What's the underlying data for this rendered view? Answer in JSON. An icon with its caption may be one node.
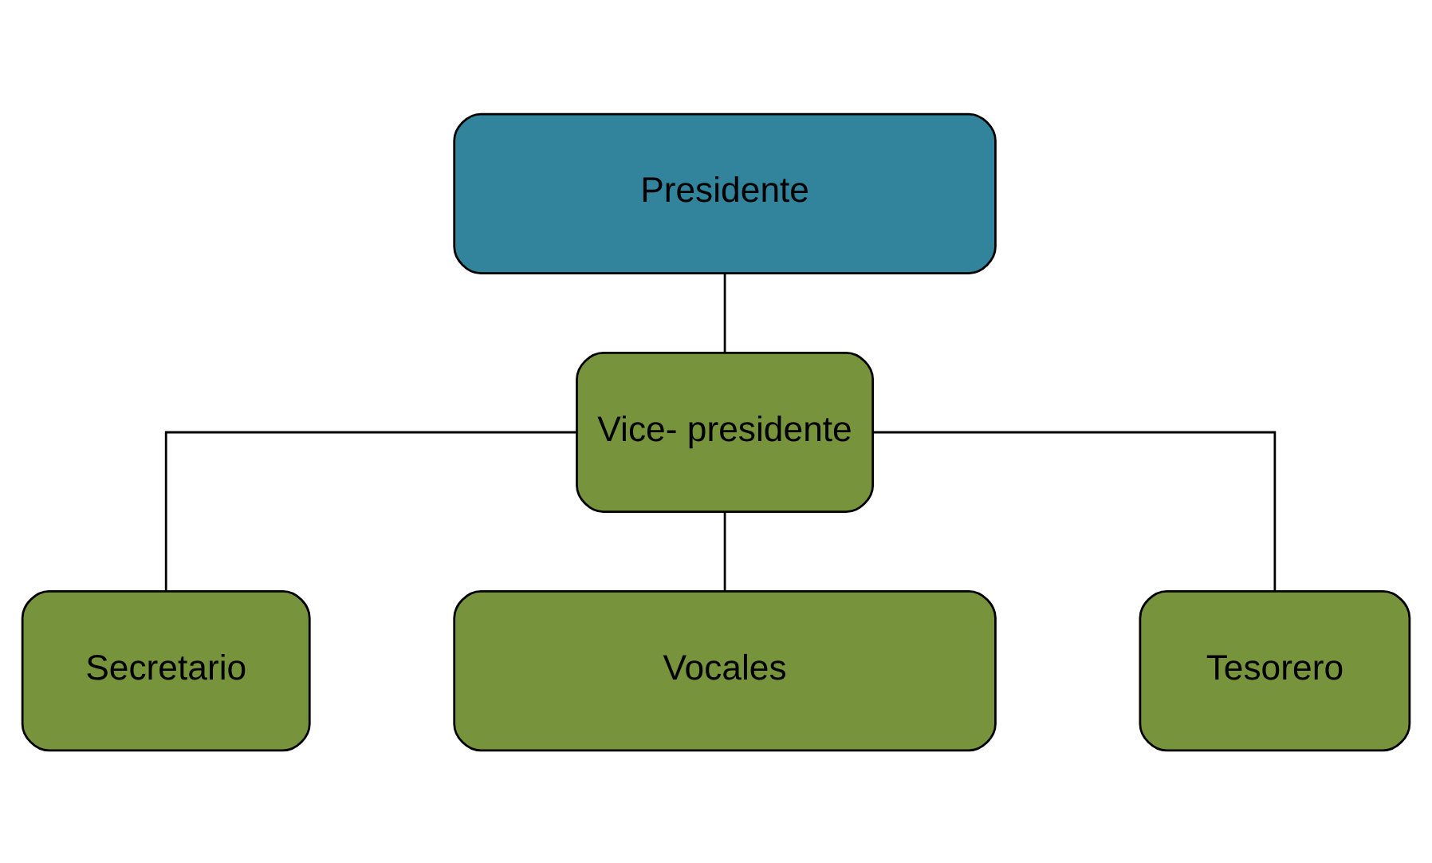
{
  "diagram": {
    "nodes": [
      {
        "text": [
          "Presidente"
        ]
      },
      {
        "text": [
          "Vice- presidente"
        ]
      },
      {
        "text": [
          "Secretario"
        ]
      },
      {
        "text": [
          "Vocales"
        ]
      },
      {
        "text": [
          "Tesorero"
        ]
      }
    ],
    "edges": [
      {
        "from": 0,
        "to": 1,
        "arrow": "none"
      },
      {
        "from": 1,
        "to": 2,
        "arrow": "none"
      },
      {
        "from": 1,
        "to": 3,
        "arrow": "none"
      },
      {
        "from": 1,
        "to": 4,
        "arrow": "none"
      }
    ]
  }
}
